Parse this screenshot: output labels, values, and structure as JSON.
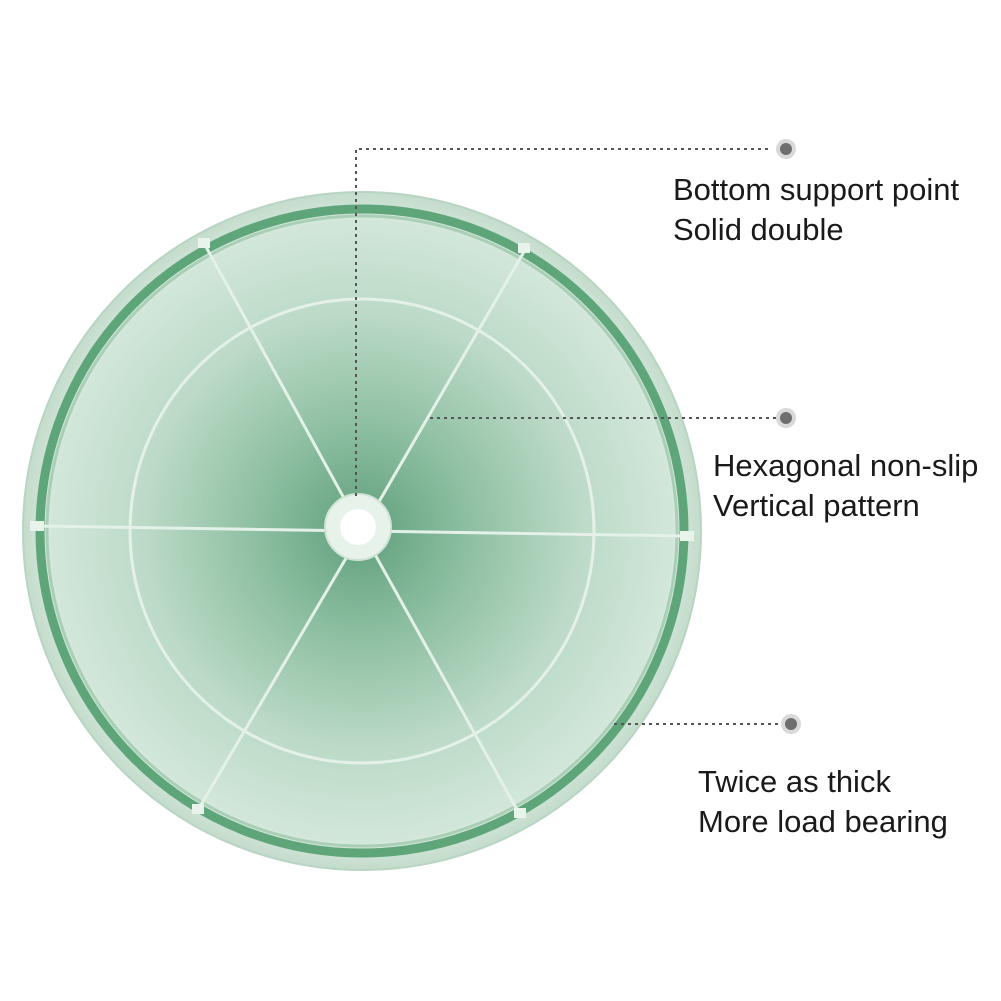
{
  "colors": {
    "background": "#ffffff",
    "rim_outer": "#cfe3d6",
    "rim_band": "#5fa57a",
    "plate_center": "#5a9c78",
    "plate_edge": "#d3e8db",
    "rib": "#e4f1e8",
    "leader_line": "#555555",
    "marker_dot": "#6e6e6e",
    "text": "#1a1a1a"
  },
  "callouts": [
    {
      "line1": "Bottom support point",
      "line2": "Solid double",
      "marker_icon": "bullet-dot-icon"
    },
    {
      "line1": "Hexagonal non-slip",
      "line2": "Vertical pattern",
      "marker_icon": "bullet-dot-icon"
    },
    {
      "line1": "Twice as thick",
      "line2": "More load bearing",
      "marker_icon": "bullet-dot-icon"
    }
  ]
}
